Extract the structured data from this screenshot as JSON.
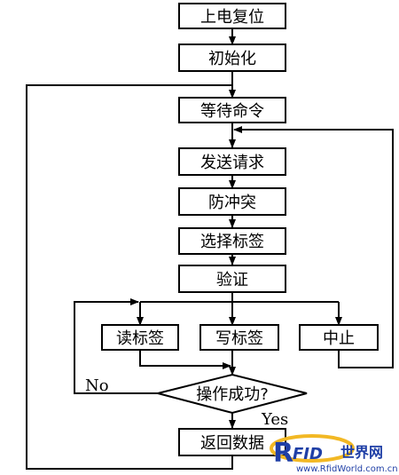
{
  "nodes": {
    "power_reset": "上电复位",
    "init": "初始化",
    "wait_cmd": "等待命令",
    "send_request": "发送请求",
    "anti_collision": "防冲突",
    "select_tag": "选择标签",
    "verify": "验证",
    "read_tag": "读标签",
    "write_tag": "写标签",
    "abort": "中止",
    "op_success": "操作成功?",
    "return_data": "返回数据"
  },
  "edge_labels": {
    "no": "No",
    "yes": "Yes"
  },
  "watermark": {
    "brand_r": "R",
    "brand_fid": "FID",
    "brand_cn": "世界网",
    "url": "www.RfidWorld.com.cn",
    "color": "#1f3fa6"
  }
}
